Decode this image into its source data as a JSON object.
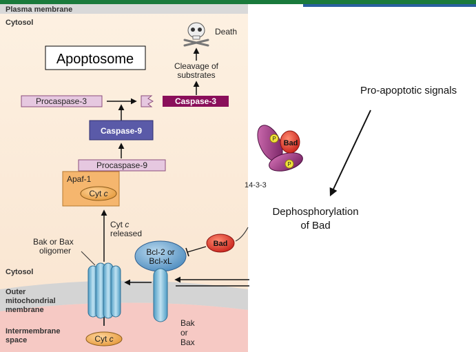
{
  "regions": {
    "plasma_membrane": "Plasma membrane",
    "cytosol_top": "Cytosol",
    "cytosol_lower": "Cytosol",
    "outer_membrane": [
      "Outer",
      "mitochondrial",
      "membrane"
    ],
    "intermembrane": [
      "Intermembrane",
      "space"
    ]
  },
  "apoptosome_label": "Apoptosome",
  "death_label": "Death",
  "cleavage_label": [
    "Cleavage of",
    "substrates"
  ],
  "procaspase3_label": "Procaspase-3",
  "caspase3_label": "Caspase-3",
  "caspase9_label": "Caspase-9",
  "procaspase9_label": "Procaspase-9",
  "apaf1_label": "Apaf-1",
  "cytc_label": {
    "main": "Cyt",
    "italic": "c"
  },
  "cytc_released_label": {
    "line1_main": "Cyt",
    "line1_italic": "c",
    "line2": "released"
  },
  "bak_bax_oligomer_label": [
    "Bak or Bax",
    "oligomer"
  ],
  "bcl2_label": [
    "Bcl-2 or",
    "Bcl-xL"
  ],
  "bak_bax_label": [
    "Bak",
    "or",
    "Bax"
  ],
  "bad_label": "Bad",
  "phospho_label": "P",
  "protein_14_3_3_label": "14-3-3",
  "pro_apoptotic_label": "Pro-apoptotic signals",
  "dephosphorylation_label": [
    "Dephosphorylation",
    "of Bad"
  ],
  "colors": {
    "top_bar": "#1a7a3c",
    "caspase3": "#8a0f5a",
    "caspase9": "#5a5aa8",
    "procaspase": "#e6c8e0",
    "apaf1": "#f5b66e",
    "bad": "#e23a2a",
    "channel": "#7fbfdc",
    "bcl2": "#6fa6cf"
  }
}
